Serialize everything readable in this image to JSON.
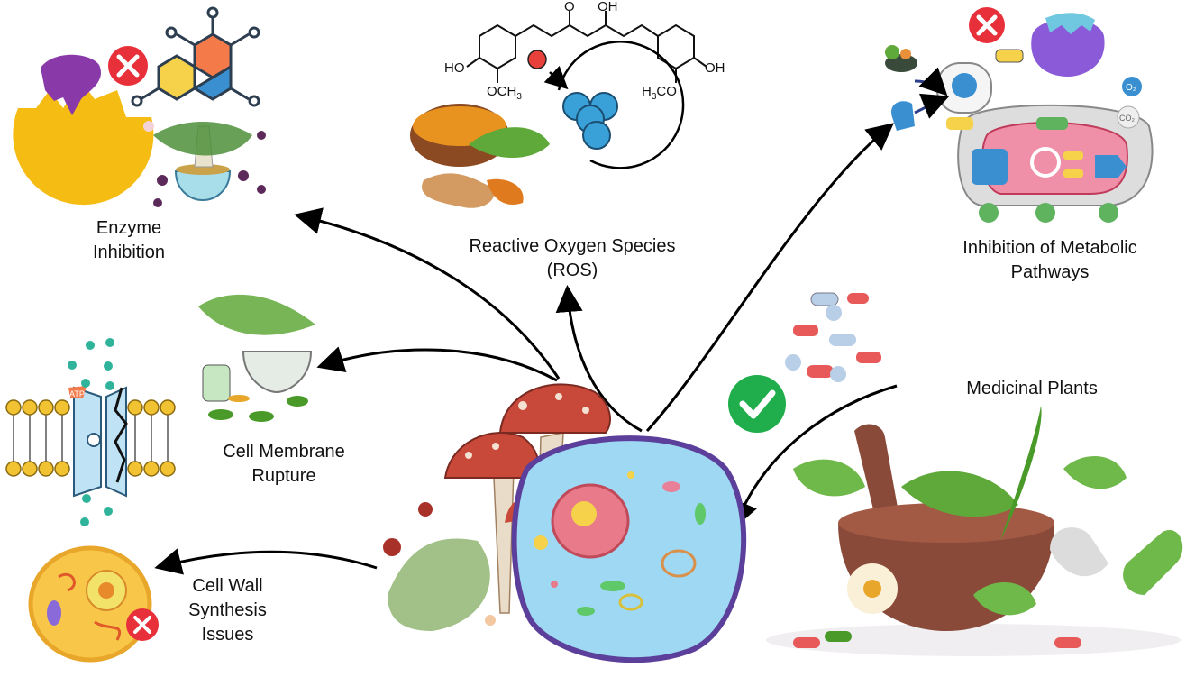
{
  "labels": {
    "enzyme_inhibition": [
      "Enzyme",
      "Inhibition"
    ],
    "ros": [
      "Reactive Oxygen Species",
      "(ROS)"
    ],
    "metabolic": [
      "Inhibition of Metabolic",
      "Pathways"
    ],
    "membrane": [
      "Cell Membrane",
      "Rupture"
    ],
    "medicinal_plants": [
      "Medicinal Plants"
    ],
    "cell_wall": [
      "Cell Wall",
      "Synthesis",
      "Issues"
    ]
  },
  "chem": {
    "o": "O",
    "oh_top": "OH",
    "ho_left": "HO",
    "och3": "OCH",
    "h3co": "H",
    "h3co_b": "CO",
    "oh_right": "OH",
    "sub3": "3"
  },
  "atp": "ATP",
  "o2": "O₂",
  "co2": "CO₂",
  "colors": {
    "cell_fill": "#9fd8f2",
    "cell_border": "#5b3f9a",
    "nucleus": "#e87a8a",
    "mushroom_cap": "#c8483a",
    "check_green": "#1fae4b",
    "cross_red": "#e8303a",
    "turmeric": "#e8921f",
    "plant_green": "#5fa83a",
    "membrane_head": "#f1c232",
    "channel": "#bfe3f5"
  }
}
